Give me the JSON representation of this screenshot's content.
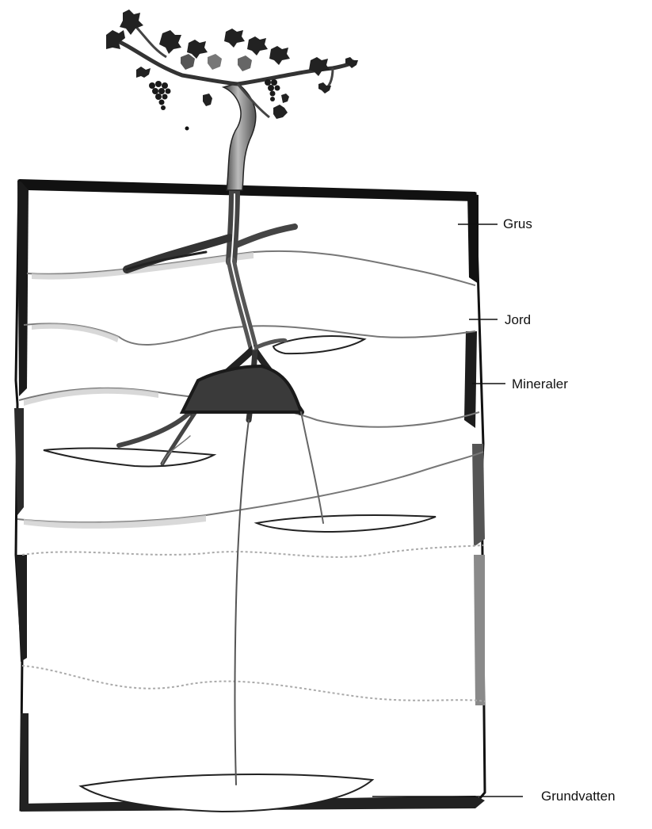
{
  "labels": {
    "grus": "Grus",
    "jord": "Jord",
    "mineraler": "Mineraler",
    "grundvatten": "Grundvatten"
  },
  "colors": {
    "ink": "#111111",
    "shade": "#4a4a4a",
    "light_shade": "#bdbdbd",
    "paper": "#ffffff"
  },
  "icons": {
    "vine": "grapevine-icon",
    "grapes": "grape-cluster-icon"
  }
}
